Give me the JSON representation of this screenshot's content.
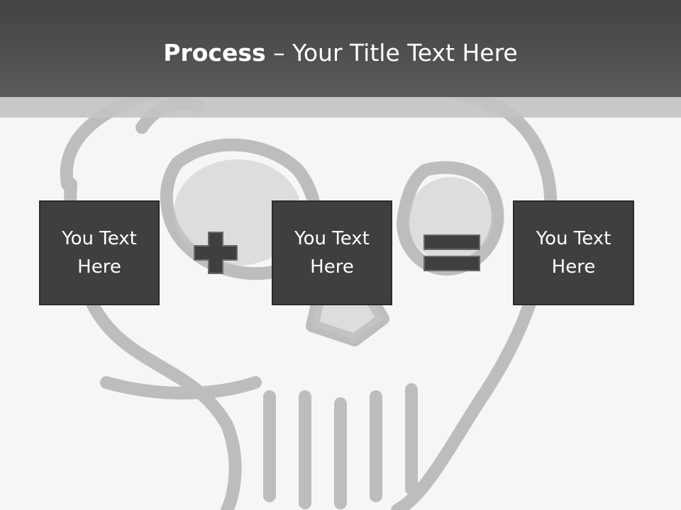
{
  "slide": {
    "title_bold": "Process",
    "title_rest": " – Your Title Text Here",
    "background_color": "#f6f6f5",
    "header_color": "#4a4a4a",
    "box_color": "#3f3f3f",
    "watermark": "skull-illustration"
  },
  "process": {
    "items": [
      {
        "text": "You Text Here"
      },
      {
        "text": "You Text Here"
      },
      {
        "text": "You Text Here"
      }
    ],
    "operators": [
      "plus-icon",
      "equals-icon"
    ]
  }
}
